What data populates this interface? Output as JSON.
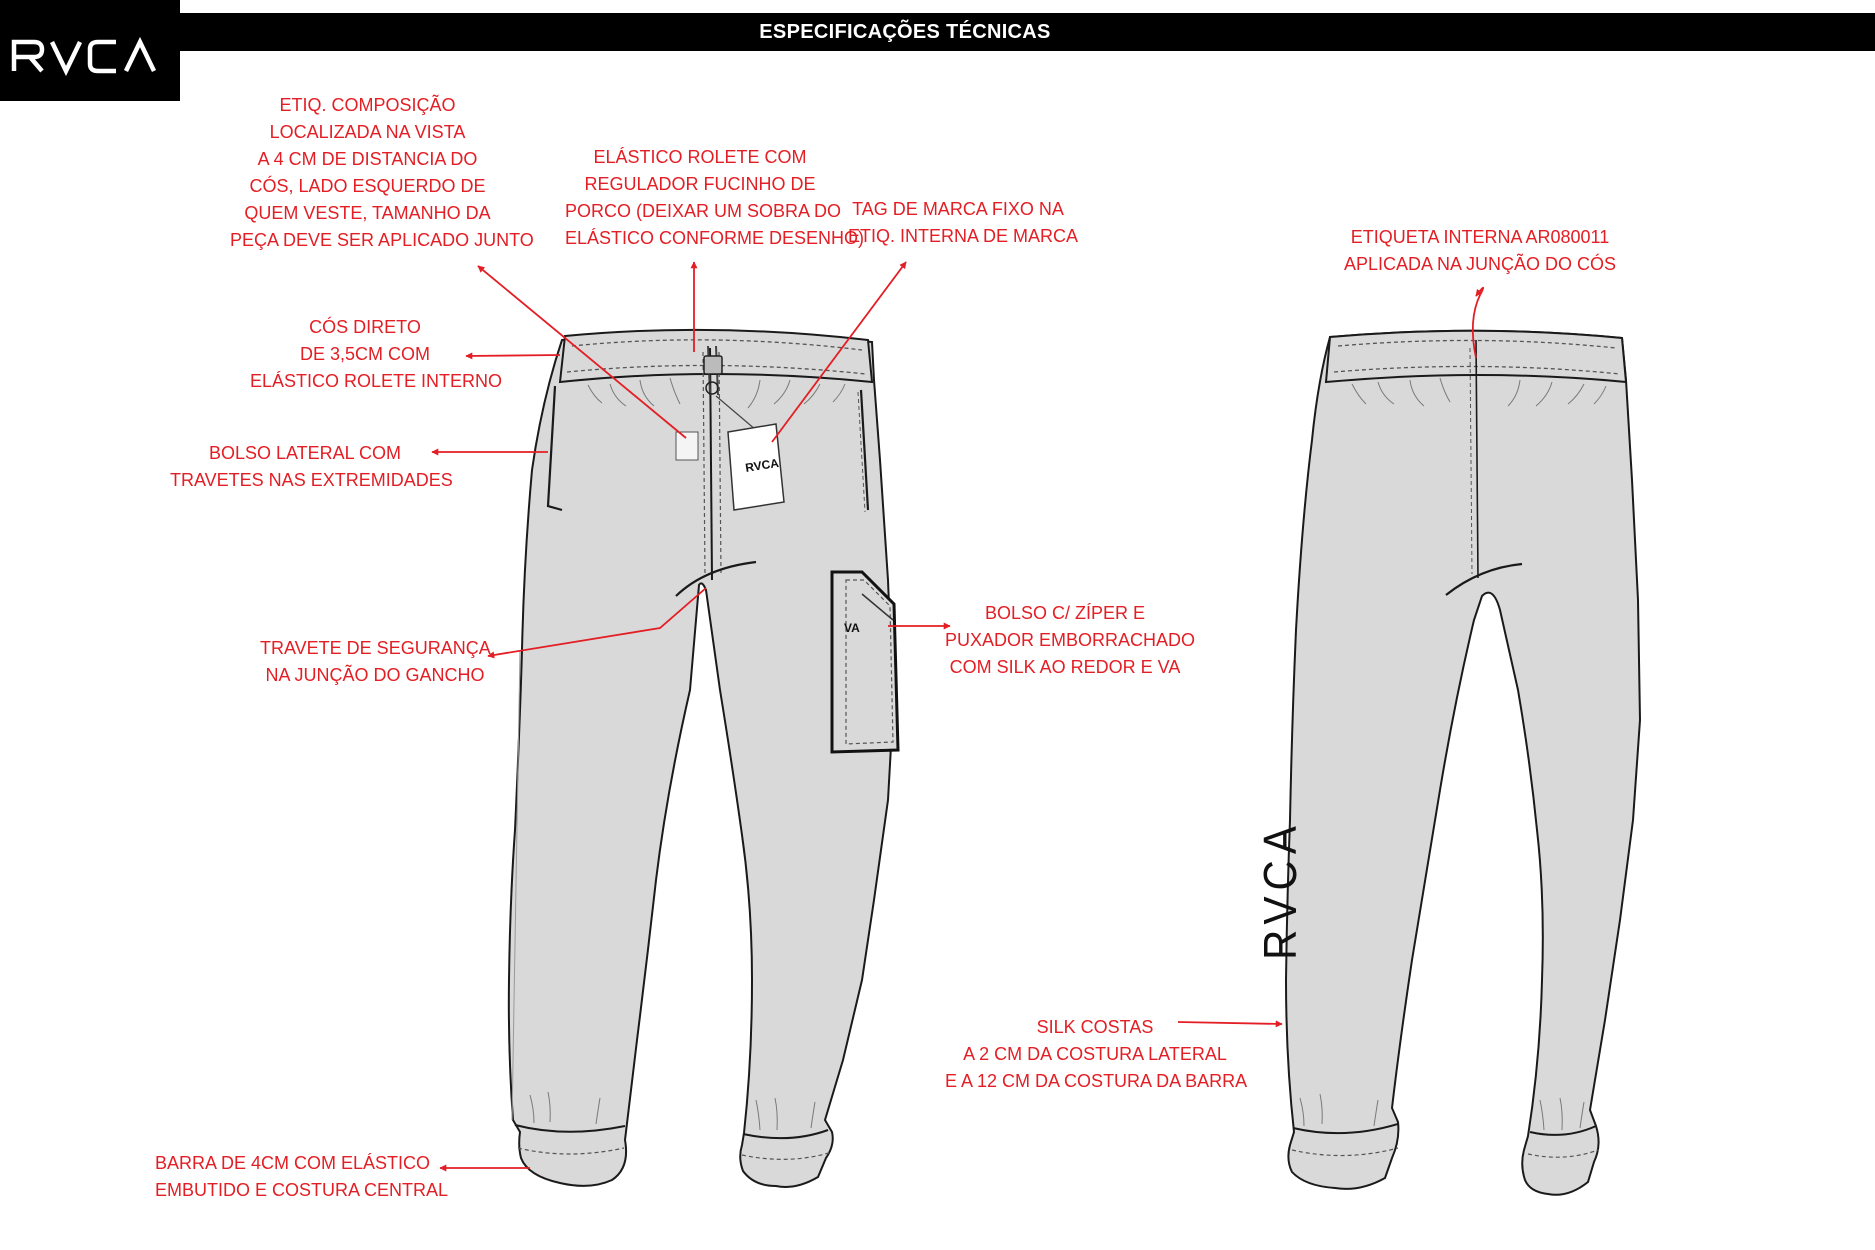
{
  "header": {
    "title": "ESPECIFICAÇÕES TÉCNICAS",
    "brand": "RVCA"
  },
  "colors": {
    "annotation": "#e31e24",
    "garment_fill": "#d9d9d9",
    "outline": "#1a1a1a",
    "header_bg": "#000000",
    "header_text": "#ffffff"
  },
  "front_view": {
    "hangtag_logo": "RVCA",
    "pocket_logo": "VA",
    "annotations": [
      {
        "id": "composition-label",
        "lines": [
          "ETIQ. COMPOSIÇÃO",
          "LOCALIZADA NA VISTA",
          "A 4 CM DE DISTANCIA DO",
          "CÓS, LADO ESQUERDO DE",
          "QUEM VESTE, TAMANHO DA",
          "PEÇA DEVE SER APLICADO JUNTO"
        ]
      },
      {
        "id": "drawcord",
        "lines": [
          "ELÁSTICO ROLETE COM",
          "REGULADOR FUCINHO DE",
          "PORCO (DEIXAR UM SOBRA DO",
          "ELÁSTICO CONFORME DESENHO)"
        ]
      },
      {
        "id": "brand-tag",
        "lines": [
          "TAG DE MARCA FIXO NA",
          "ETIQ. INTERNA DE MARCA"
        ]
      },
      {
        "id": "waistband",
        "lines": [
          "CÓS DIRETO",
          "DE 3,5CM COM",
          "ELÁSTICO ROLETE INTERNO"
        ]
      },
      {
        "id": "side-pocket",
        "lines": [
          "BOLSO LATERAL COM",
          "TRAVETES NAS EXTREMIDADES"
        ]
      },
      {
        "id": "bartack",
        "lines": [
          "TRAVETE DE SEGURANÇA",
          "NA JUNÇÃO DO GANCHO"
        ]
      },
      {
        "id": "zip-pocket",
        "lines": [
          "BOLSO C/ ZÍPER E",
          "PUXADOR EMBORRACHADO",
          "COM SILK AO REDOR E VA"
        ]
      },
      {
        "id": "hem",
        "lines": [
          "BARRA DE 4CM COM ELÁSTICO",
          "EMBUTIDO E COSTURA CENTRAL"
        ]
      }
    ]
  },
  "back_view": {
    "leg_print": "RVCA",
    "annotations": [
      {
        "id": "inner-label",
        "lines": [
          "ETIQUETA INTERNA AR080011",
          "APLICADA NA JUNÇÃO DO CÓS"
        ]
      },
      {
        "id": "back-silk",
        "lines": [
          "SILK COSTAS",
          "A 2 CM DA COSTURA LATERAL",
          "E A 12 CM DA COSTURA DA BARRA"
        ]
      }
    ]
  }
}
